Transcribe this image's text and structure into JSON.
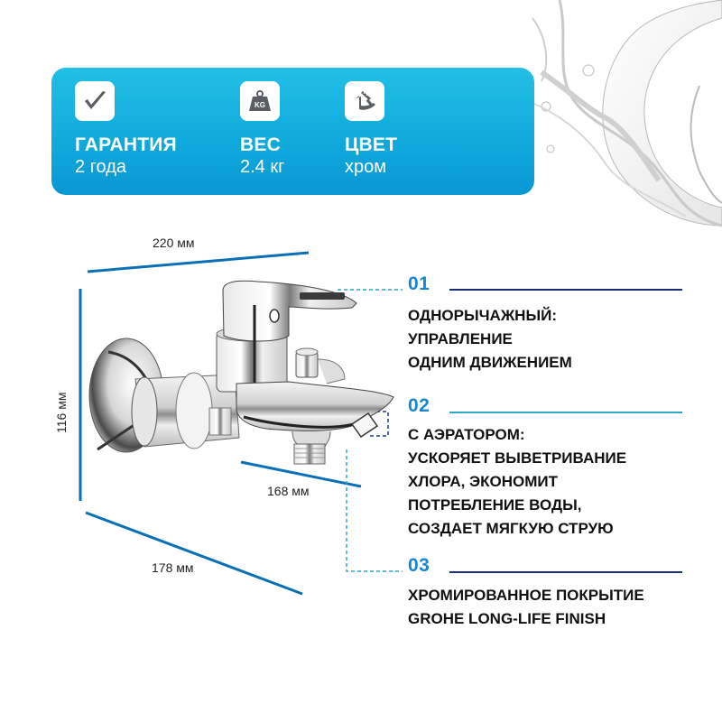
{
  "specs_banner": {
    "colors": {
      "top": "#22bfe6",
      "bottom": "#0a97d2",
      "text": "#ffffff"
    },
    "items": [
      {
        "icon": "checkmark-icon",
        "label": "ГАРАНТИЯ",
        "value": "2 года"
      },
      {
        "icon": "kg-weight-icon",
        "label": "ВЕС",
        "value": "2.4 кг"
      },
      {
        "icon": "paint-brush-icon",
        "label": "ЦВЕТ",
        "value": "хром"
      }
    ]
  },
  "dimensions": {
    "width_top": "220 мм",
    "height": "116 мм",
    "spout": "168 мм",
    "depth": "178 мм",
    "line_color": "#0b6fb8"
  },
  "features": [
    {
      "number": "01",
      "rule_color": "#1a2f7a",
      "lines": [
        "ОДНОРЫЧАЖНЫЙ:",
        "УПРАВЛЕНИЕ",
        "ОДНИМ ДВИЖЕНИЕМ"
      ]
    },
    {
      "number": "02",
      "rule_color": "#2aa7c9",
      "lines": [
        "С АЭРАТОРОМ:",
        "УСКОРЯЕТ ВЫВЕТРИВАНИЕ",
        "ХЛОРА, ЭКОНОМИТ",
        "ПОТРЕБЛЕНИЕ ВОДЫ,",
        "СОЗДАЕТ МЯГКУЮ СТРУЮ"
      ]
    },
    {
      "number": "03",
      "rule_color": "#1a2f7a",
      "lines": [
        "ХРОМИРОВАННОЕ ПОКРЫТИЕ",
        "GROHE LONG-LIFE FINISH"
      ]
    }
  ],
  "accent_number_color": "#1987cf"
}
